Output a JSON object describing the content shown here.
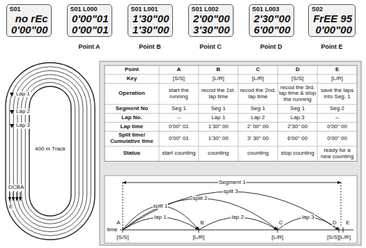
{
  "diagram": {
    "nodes": [
      {
        "text": [
          "S01",
          "no rEc",
          "0'00\"00"
        ]
      },
      {
        "text": [
          "S01 L000",
          "0'00\"01",
          "0'00\"01"
        ]
      },
      {
        "text": [
          "S01 L001",
          "1'30\"00",
          "1'30\"00"
        ]
      },
      {
        "text": [
          "S01 L002",
          "2'00\"00",
          "3'30\"00"
        ]
      },
      {
        "text": [
          "S01 L003",
          "2'30\"00",
          "6'00\"00"
        ]
      },
      {
        "text": [
          "S02",
          "FrEE 95",
          "0'00\"00"
        ]
      }
    ],
    "labels": [
      "Point A",
      "Point B",
      "Point C",
      "Point D",
      "Point E",
      "Lap 1",
      "Lap 2",
      "Lap 3",
      "DCBA",
      "E",
      "400 m Track",
      "Point",
      "A",
      "B",
      "C",
      "D",
      "E",
      "Key",
      "[S/S]",
      "[L/R]",
      "[L/R]",
      "[S/S]",
      "[L/R]",
      "Operation",
      "start the running",
      "recod the 1st. lap time",
      "recod the 2nd. lap time",
      "recod the 3rd. lap time & stop the running",
      "save the laps into Seg. 1",
      "Segment No",
      "Seg 1",
      "Seg 1",
      "Seg 1",
      "Seg 1",
      "Seg 2",
      "Lap No.",
      "--",
      "Lap 1",
      "Lap 2",
      "Lap 3",
      "--",
      "Lap time",
      "0'00\" 01",
      "1'30\" 00",
      "2' 00\" 00",
      "2'30\" 00",
      "0'00\" 00",
      "Split time/ Cumulative time",
      "0'00\" 01",
      "1'30\" 00",
      "3' 30\" 00",
      "6'00\" 00",
      "0'00\" 00",
      "Status",
      "start counting",
      "counting",
      "counting",
      "stop counting",
      "ready for a new counting",
      "Segment 1",
      "split 3",
      "split 2",
      "split 1",
      "lap 1",
      "lap 2",
      "lap 3",
      "A",
      "B",
      "C",
      "D",
      "E",
      "time",
      "[S/S]",
      "[L/R]",
      "[L/R]",
      "[S/S][L/R]"
    ]
  }
}
